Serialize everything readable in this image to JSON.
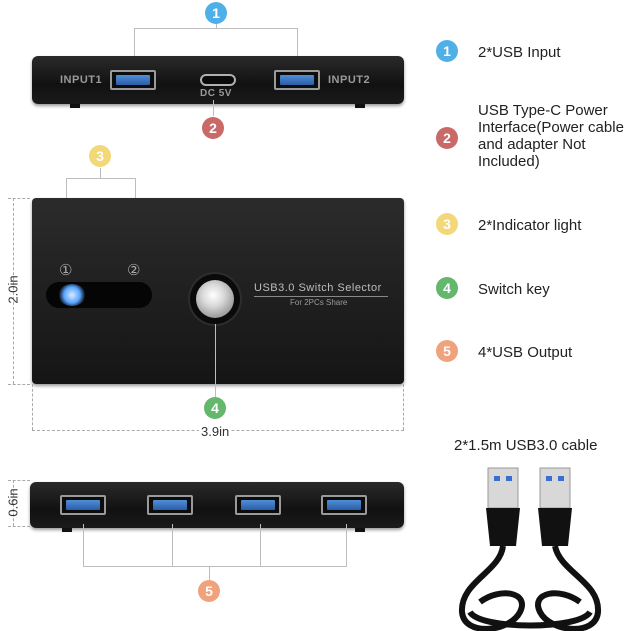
{
  "callouts": [
    {
      "number": "1",
      "label": "2*USB Input",
      "color": "#4fb0e8"
    },
    {
      "number": "2",
      "label": "USB Type-C Power Interface(Power cable and adapter Not Included)",
      "color": "#c96a68"
    },
    {
      "number": "3",
      "label": "2*Indicator light",
      "color": "#f2d879"
    },
    {
      "number": "4",
      "label": "Switch key",
      "color": "#63b86b"
    },
    {
      "number": "5",
      "label": "4*USB Output",
      "color": "#efa27c"
    }
  ],
  "label2_lines": [
    "USB Type-C Power",
    "Interface(Power cable",
    "and adapter Not",
    "Included)"
  ],
  "device": {
    "input1_label": "INPUT1",
    "input2_label": "INPUT2",
    "dc_label": "DC 5V",
    "indicator_1": "①",
    "indicator_2": "②",
    "product_name": "USB3.0 Switch Selector",
    "product_sub": "For 2PCs Share"
  },
  "dimensions": {
    "height": "2.0in",
    "width": "3.9in",
    "thickness": "0.6in"
  },
  "cable_caption": "2*1.5m USB3.0 cable"
}
